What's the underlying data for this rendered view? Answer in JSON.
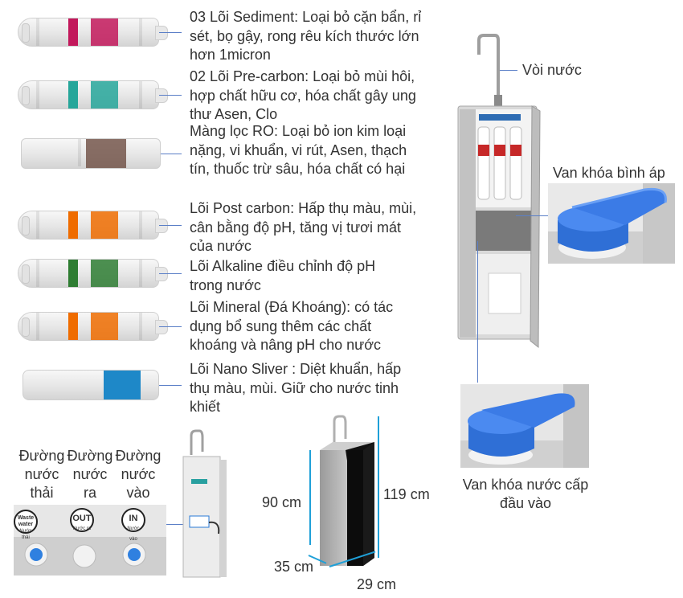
{
  "filters": [
    {
      "description": "03 Lõi Sediment: Loại bỏ cặn bẩn, rỉ sét, bọ gậy, rong rêu kích thước lớn hơn 1micron",
      "color": "#c2185b"
    },
    {
      "description": "02 Lõi Pre-carbon: Loại bỏ mùi hôi, hợp chất hữu cơ, hóa chất gây ung thư Asen, Clo",
      "color": "#26a69a"
    },
    {
      "description": "Màng lọc RO: Loại bỏ ion kim loại nặng, vi khuẩn, vi rút, Asen, thạch tín, thuốc trừ sâu, hóa chất có hại",
      "color": "#6d4c41"
    },
    {
      "description": "Lõi Post carbon: Hấp thụ màu, mùi, cân bằng độ pH, tăng vị tươi mát của nước",
      "color": "#ef6c00"
    },
    {
      "description": "Lõi Alkaline điều chỉnh độ pH trong nước",
      "color": "#2e7d32"
    },
    {
      "description": "Lõi Mineral (Đá Khoáng): có tác dụng bổ sung thêm các chất khoáng và nâng pH cho nước",
      "color": "#ef6c00"
    },
    {
      "description": "Lõi Nano Sliver : Diệt khuẩn, hấp thụ màu, mùi. Giữ cho nước tinh khiết",
      "color": "#1e88c8"
    }
  ],
  "machine": {
    "faucet_label": "Vòi nước",
    "tank_valve_label": "Van khóa bình áp",
    "inlet_valve_label": "Van khóa nước cấp đầu vào"
  },
  "ports": {
    "labels": [
      "Đường nước thải",
      "Đường nước ra",
      "Đường nước vào"
    ],
    "icons": [
      {
        "title": "Waste water",
        "sub": "Nước thải"
      },
      {
        "title": "OUT",
        "sub": "Nước ra"
      },
      {
        "title": "IN",
        "sub": "Nước vào"
      }
    ]
  },
  "dimensions": {
    "height": "90 cm",
    "total_height": "119 cm",
    "depth": "35 cm",
    "width": "29 cm"
  },
  "colors": {
    "leader": "#5b7fc7",
    "dimension": "#1fa0d8",
    "valve_blue": "#2f6fd6"
  }
}
